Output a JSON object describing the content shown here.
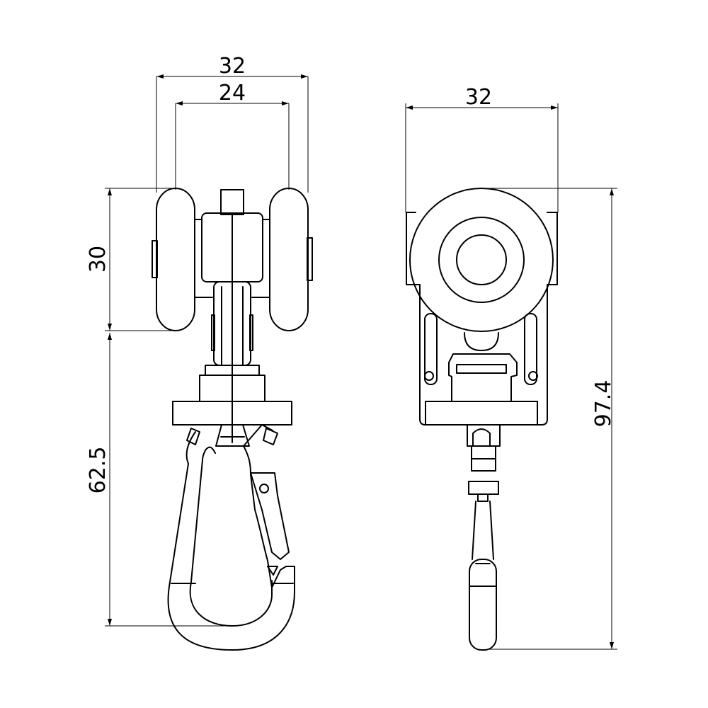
{
  "drawing": {
    "line_color": "#000000",
    "background": "#ffffff",
    "front_view": {
      "overall_width": "32",
      "wheel_spacing": "24",
      "wheel_height": "30",
      "hook_length": "62.5"
    },
    "side_view": {
      "overall_width": "32",
      "overall_height": "97.4"
    }
  }
}
